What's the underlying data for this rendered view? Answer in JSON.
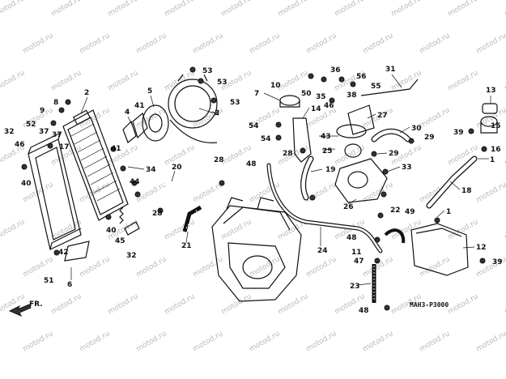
{
  "diagram": {
    "code": "MAH3-P3000",
    "direction_label": "FR.",
    "watermark": "motod.ru",
    "callouts": [
      {
        "id": "c1",
        "text": "1"
      },
      {
        "id": "c1b",
        "text": "1"
      },
      {
        "id": "c2",
        "text": "2"
      },
      {
        "id": "c3",
        "text": "3"
      },
      {
        "id": "c4",
        "text": "4"
      },
      {
        "id": "c5",
        "text": "5"
      },
      {
        "id": "c6",
        "text": "6"
      },
      {
        "id": "c7",
        "text": "7"
      },
      {
        "id": "c8",
        "text": "8"
      },
      {
        "id": "c9",
        "text": "9"
      },
      {
        "id": "c10",
        "text": "10"
      },
      {
        "id": "c11",
        "text": "11"
      },
      {
        "id": "c12",
        "text": "12"
      },
      {
        "id": "c13",
        "text": "13"
      },
      {
        "id": "c14",
        "text": "14"
      },
      {
        "id": "c15",
        "text": "15"
      },
      {
        "id": "c16",
        "text": "16"
      },
      {
        "id": "c17",
        "text": "17"
      },
      {
        "id": "c18",
        "text": "18"
      },
      {
        "id": "c19",
        "text": "19"
      },
      {
        "id": "c20",
        "text": "20"
      },
      {
        "id": "c21",
        "text": "21"
      },
      {
        "id": "c22",
        "text": "22"
      },
      {
        "id": "c23",
        "text": "23"
      },
      {
        "id": "c24",
        "text": "24"
      },
      {
        "id": "c25",
        "text": "25"
      },
      {
        "id": "c26",
        "text": "26"
      },
      {
        "id": "c27",
        "text": "27"
      },
      {
        "id": "c28a",
        "text": "28"
      },
      {
        "id": "c28b",
        "text": "28"
      },
      {
        "id": "c28c",
        "text": "28"
      },
      {
        "id": "c29a",
        "text": "29"
      },
      {
        "id": "c29b",
        "text": "29"
      },
      {
        "id": "c30",
        "text": "30"
      },
      {
        "id": "c31",
        "text": "31"
      },
      {
        "id": "c32a",
        "text": "32"
      },
      {
        "id": "c32b",
        "text": "32"
      },
      {
        "id": "c33",
        "text": "33"
      },
      {
        "id": "c34",
        "text": "34"
      },
      {
        "id": "c35",
        "text": "35"
      },
      {
        "id": "c36",
        "text": "36"
      },
      {
        "id": "c37a",
        "text": "37"
      },
      {
        "id": "c37b",
        "text": "37"
      },
      {
        "id": "c38",
        "text": "38"
      },
      {
        "id": "c39a",
        "text": "39"
      },
      {
        "id": "c39b",
        "text": "39"
      },
      {
        "id": "c40a",
        "text": "40"
      },
      {
        "id": "c40b",
        "text": "40"
      },
      {
        "id": "c41a",
        "text": "41"
      },
      {
        "id": "c41b",
        "text": "41"
      },
      {
        "id": "c42",
        "text": "42"
      },
      {
        "id": "c43",
        "text": "43"
      },
      {
        "id": "c44",
        "text": "44"
      },
      {
        "id": "c45",
        "text": "45"
      },
      {
        "id": "c46a",
        "text": "46"
      },
      {
        "id": "c46b",
        "text": "46"
      },
      {
        "id": "c47",
        "text": "47"
      },
      {
        "id": "c48a",
        "text": "48"
      },
      {
        "id": "c48b",
        "text": "48"
      },
      {
        "id": "c48c",
        "text": "48"
      },
      {
        "id": "c49",
        "text": "49"
      },
      {
        "id": "c50",
        "text": "50"
      },
      {
        "id": "c51",
        "text": "51"
      },
      {
        "id": "c52",
        "text": "52"
      },
      {
        "id": "c53a",
        "text": "53"
      },
      {
        "id": "c53b",
        "text": "53"
      },
      {
        "id": "c53c",
        "text": "53"
      },
      {
        "id": "c54a",
        "text": "54"
      },
      {
        "id": "c54b",
        "text": "54"
      },
      {
        "id": "c55",
        "text": "55"
      },
      {
        "id": "c56",
        "text": "56"
      }
    ]
  }
}
